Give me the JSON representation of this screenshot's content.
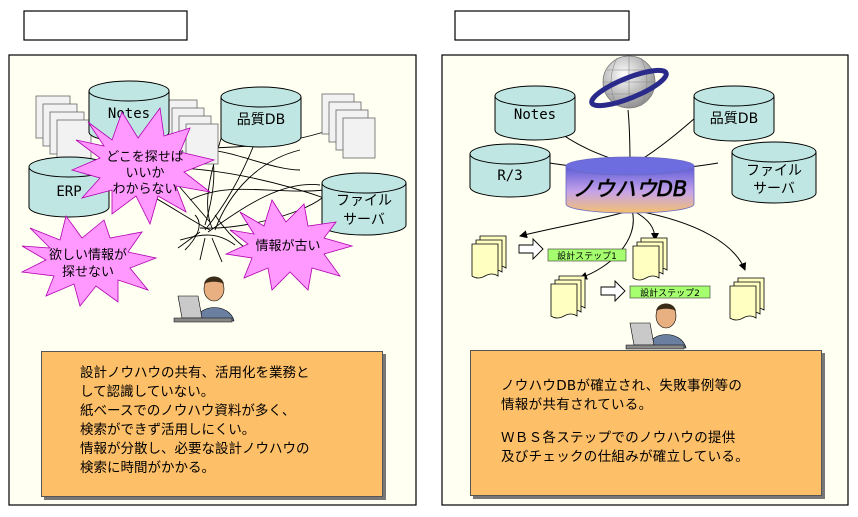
{
  "left_panel": {
    "databases": [
      "Notes",
      "品質DB",
      "ERP",
      "ファイル",
      "サーバ"
    ],
    "bursts": {
      "search": [
        "どこを探せば",
        "いいか",
        "わからない"
      ],
      "want": [
        "欲しい情報が",
        "探せない"
      ],
      "old": "情報が古い"
    },
    "note_lines": [
      "設計ノウハウの共有、活用化を業務と",
      "して認識していない。",
      "紙ベースでのノウハウ資料が多く、",
      "検索ができず活用しにくい。",
      "情報が分散し、必要な設計ノウハウの",
      "検索に時間がかかる。"
    ]
  },
  "right_panel": {
    "databases": [
      "Notes",
      "品質DB",
      "R/3",
      "ファイル",
      "サーバ"
    ],
    "central_db": "ノウハウDB",
    "steps": [
      "設計ステップ1",
      "設計ステップ2"
    ],
    "note_lines": [
      "ノウハウDBが確立され、失敗事例等の",
      "情報が共有されている。",
      "ＷＢＳ各ステップでのノウハウの提供",
      "及びチェックの仕組みが確立している。"
    ]
  },
  "colors": {
    "cylinder_fill": "#bfe6e2",
    "burst_fill": "#ff99ff",
    "note_fill": "#fdbf68",
    "step_label_fill": "#a6ff6f",
    "doc_fill": "#ffffc2"
  }
}
